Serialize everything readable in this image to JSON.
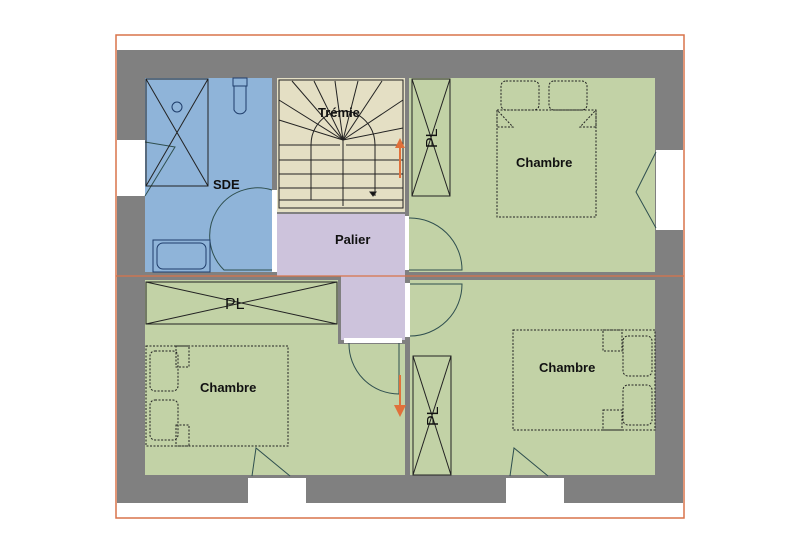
{
  "plan": {
    "rooms": {
      "sde": "SDE",
      "tremie": "Trémie",
      "palier": "Palier",
      "chambre_top_right": "Chambre",
      "chambre_bottom_left": "Chambre",
      "chambre_bottom_right": "Chambre"
    },
    "closets": {
      "top": "PL",
      "bottom_left": "PL",
      "bottom_right": "PL"
    }
  },
  "colors": {
    "wall": "#808080",
    "bathroom": "#8fb4d9",
    "stairs": "#e4dfc4",
    "landing": "#cdc3dc",
    "bedroom": "#c2d2a6",
    "frame": "#d9734a",
    "arrow": "#e0703a"
  }
}
